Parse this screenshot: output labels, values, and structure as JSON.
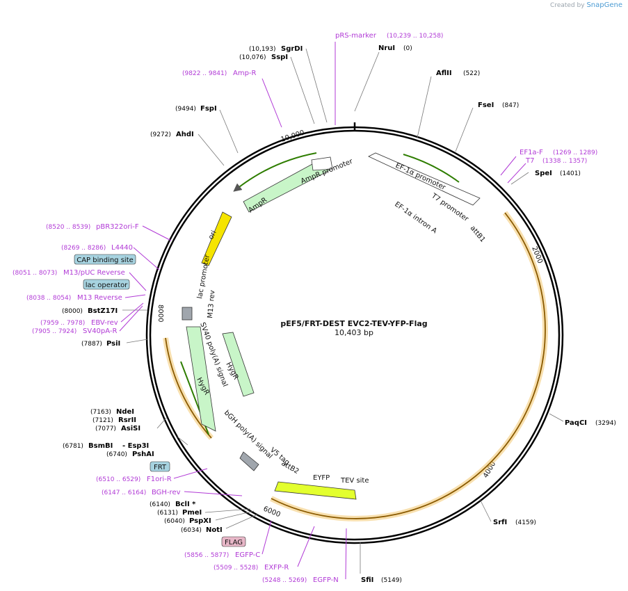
{
  "credit": {
    "prefix": "Created by",
    "brand": "SnapGene"
  },
  "plasmid": {
    "name": "pEF5/FRT-DEST EVC2-TEV-YFP-Flag",
    "length_label": "10,403 bp"
  },
  "ticks": [
    "2000",
    "4000",
    "6000",
    "8000",
    "10,000"
  ],
  "enzymes": [
    {
      "name": "NruI",
      "pos": "(0)"
    },
    {
      "name": "AflII",
      "pos": "(522)"
    },
    {
      "name": "FseI",
      "pos": "(847)"
    },
    {
      "name": "SpeI",
      "pos": "(1401)"
    },
    {
      "name": "PaqCI",
      "pos": "(3294)"
    },
    {
      "name": "SrfI",
      "pos": "(4159)"
    },
    {
      "name": "SfiI",
      "pos": "(5149)"
    },
    {
      "name": "NotI",
      "pos": "(6034)"
    },
    {
      "name": "PspXI",
      "pos": "(6040)"
    },
    {
      "name": "PmeI",
      "pos": "(6131)"
    },
    {
      "name": "BclI *",
      "pos": "(6140)"
    },
    {
      "name": "PshAI",
      "pos": "(6740)"
    },
    {
      "name": "BsmBI",
      "pos": "(6781)"
    },
    {
      "name": "- Esp3I",
      "pos": ""
    },
    {
      "name": "AsiSI",
      "pos": "(7077)"
    },
    {
      "name": "RsrII",
      "pos": "(7121)"
    },
    {
      "name": "NdeI",
      "pos": "(7163)"
    },
    {
      "name": "PsiI",
      "pos": "(7887)"
    },
    {
      "name": "BstZ17I",
      "pos": "(8000)"
    },
    {
      "name": "AhdI",
      "pos": "(9272)"
    },
    {
      "name": "FspI",
      "pos": "(9494)"
    },
    {
      "name": "SspI",
      "pos": "(10,076)"
    },
    {
      "name": "SgrDI",
      "pos": "(10,193)"
    }
  ],
  "primers": [
    {
      "name": "pRS-marker",
      "pos": "(10,239 .. 10,258)"
    },
    {
      "name": "Amp-R",
      "pos": "(9822 .. 9841)"
    },
    {
      "name": "EF1a-F",
      "pos": "(1269 .. 1289)"
    },
    {
      "name": "T7",
      "pos": "(1338 .. 1357)"
    },
    {
      "name": "pBR322ori-F",
      "pos": "(8520 .. 8539)"
    },
    {
      "name": "L4440",
      "pos": "(8269 .. 8286)"
    },
    {
      "name": "M13/pUC Reverse",
      "pos": "(8051 .. 8073)"
    },
    {
      "name": "M13 Reverse",
      "pos": "(8038 .. 8054)"
    },
    {
      "name": "EBV-rev",
      "pos": "(7959 .. 7978)"
    },
    {
      "name": "SV40pA-R",
      "pos": "(7905 .. 7924)"
    },
    {
      "name": "F1ori-R",
      "pos": "(6510 .. 6529)"
    },
    {
      "name": "BGH-rev",
      "pos": "(6147 .. 6164)"
    },
    {
      "name": "EGFP-C",
      "pos": "(5856 .. 5877)"
    },
    {
      "name": "EXFP-R",
      "pos": "(5509 .. 5528)"
    },
    {
      "name": "EGFP-N",
      "pos": "(5248 .. 5269)"
    }
  ],
  "boxed_features": [
    "CAP binding site",
    "lac operator",
    "FRT",
    "FLAG"
  ],
  "features": [
    "AmpR promoter",
    "AmpR",
    "ori",
    "lac promoter",
    "M13 rev",
    "SV40 poly(A) signal",
    "HygR",
    "HygR",
    "bGH poly(A) signal",
    "V5 tag",
    "attB2",
    "EYFP",
    "TEV site",
    "EF-1α promoter",
    "T7 promoter",
    "EF-1α intron A",
    "attB1"
  ],
  "colors": {
    "primer": "#b13ad6",
    "promoter": "#ffffff",
    "cds_green": "#c8f5c8",
    "ori": "#f5e400",
    "eyfp": "#e3ff2e",
    "orf_arc": "#e8b95a",
    "box": "#a7d3e0",
    "flag_box": "#e8b7c8"
  }
}
